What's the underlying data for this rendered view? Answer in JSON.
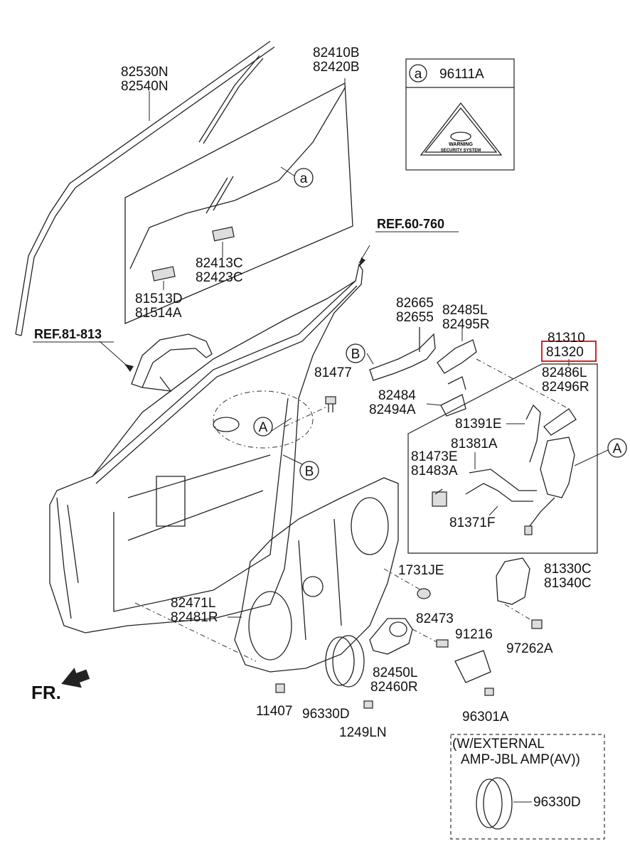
{
  "labels": {
    "p82530N": "82530N",
    "p82540N": "82540N",
    "p82410B": "82410B",
    "p82420B": "82420B",
    "p96111A": "96111A",
    "p82413C": "82413C",
    "p82423C": "82423C",
    "p81513D": "81513D",
    "p81514A": "81514A",
    "ref60": "REF.60-760",
    "ref81": "REF.81-813",
    "p82665": "82665",
    "p82655": "82655",
    "p82485L": "82485L",
    "p82495R": "82495R",
    "p81310": "81310",
    "p81320": "81320",
    "p81477": "81477",
    "p82486L": "82486L",
    "p82496R": "82496R",
    "p82484": "82484",
    "p82494A": "82494A",
    "p81391E": "81391E",
    "p81381A": "81381A",
    "p81473E": "81473E",
    "p81483A": "81483A",
    "p81371F": "81371F",
    "p1731JE": "1731JE",
    "p81330C": "81330C",
    "p81340C": "81340C",
    "p82471L": "82471L",
    "p82481R": "82481R",
    "p82473": "82473",
    "p91216": "91216",
    "p97262A": "97262A",
    "p82450L": "82450L",
    "p82460R": "82460R",
    "p11407": "11407",
    "p96330D": "96330D",
    "p1249LN": "1249LN",
    "p96301A": "96301A",
    "fr": "FR.",
    "ext1": "(W/EXTERNAL",
    "ext2": "AMP-JBL AMP(AV))",
    "p96330D_ext": "96330D"
  },
  "callouts": {
    "a": "a",
    "A": "A",
    "B": "B"
  },
  "warning_label": {
    "line1": "WARNING",
    "line2": "SECURITY SYSTEM"
  },
  "highlight_color": "#e02020"
}
